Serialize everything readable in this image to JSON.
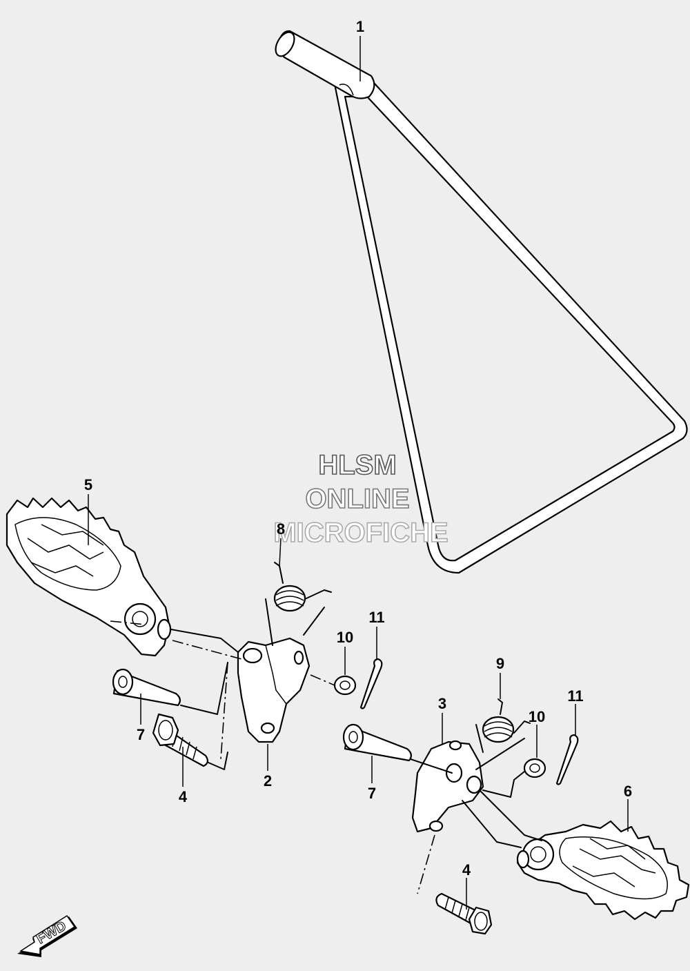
{
  "watermark": {
    "line1": "HLSM",
    "line2": "ONLINE",
    "line3": "MICROFICHE"
  },
  "fwd_label": "FWD",
  "callouts": {
    "c1": "1",
    "c2": "2",
    "c3": "3",
    "c4a": "4",
    "c4b": "4",
    "c5": "5",
    "c6": "6",
    "c7a": "7",
    "c7b": "7",
    "c8": "8",
    "c9": "9",
    "c10a": "10",
    "c10b": "10",
    "c11a": "11",
    "c11b": "11"
  },
  "icons": [
    "fwd-arrow-icon"
  ]
}
